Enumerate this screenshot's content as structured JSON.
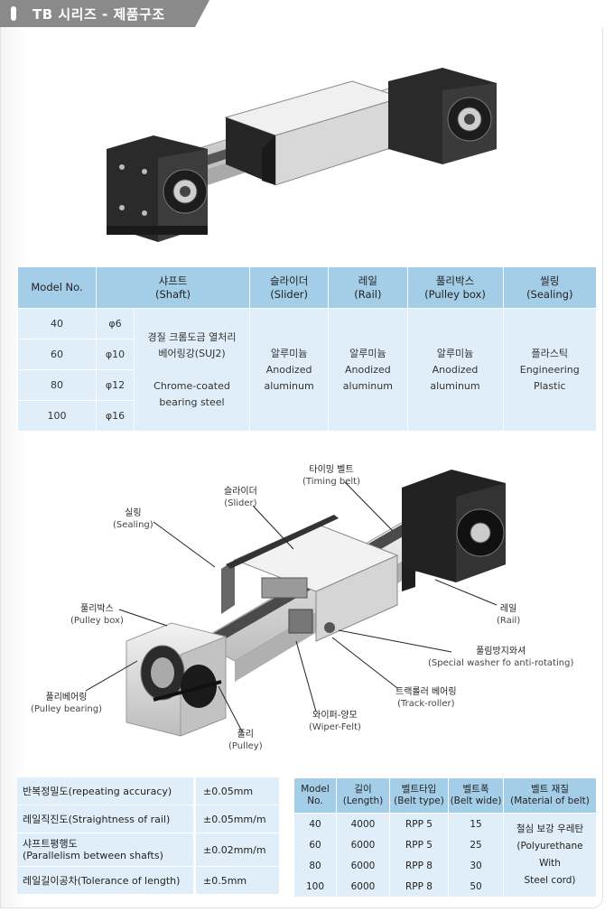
{
  "header": {
    "title": "TB 시리즈 - 제품구조"
  },
  "spec_table": {
    "headers": {
      "model": "Model No.",
      "shaft_ko": "샤프트",
      "shaft_en": "(Shaft)",
      "slider_ko": "슬라이더",
      "slider_en": "(Slider)",
      "rail_ko": "레일",
      "rail_en": "(Rail)",
      "pulley_ko": "풀리박스",
      "pulley_en": "(Pulley box)",
      "sealing_ko": "씰링",
      "sealing_en": "(Sealing)"
    },
    "rows": [
      {
        "model": "40",
        "shaft": "φ6"
      },
      {
        "model": "60",
        "shaft": "φ10"
      },
      {
        "model": "80",
        "shaft": "φ12"
      },
      {
        "model": "100",
        "shaft": "φ16"
      }
    ],
    "shaft_material": {
      "ko1": "경질 크롬도금 열처리",
      "ko2": "베어링강(SUJ2)",
      "en1": "Chrome-coated",
      "en2": "bearing steel"
    },
    "slider_material": {
      "ko": "알루미늄",
      "en1": "Anodized",
      "en2": "aluminum"
    },
    "rail_material": {
      "ko": "알루미늄",
      "en1": "Anodized",
      "en2": "aluminum"
    },
    "pulley_material": {
      "ko": "알루미늄",
      "en1": "Anodized",
      "en2": "aluminum"
    },
    "sealing_material": {
      "ko": "플라스틱",
      "en1": "Engineering",
      "en2": "Plastic"
    }
  },
  "diagram_labels": {
    "timing_belt": {
      "ko": "타이밍 벨트",
      "en": "(Timing belt)"
    },
    "slider": {
      "ko": "슬라이더",
      "en": "(Slider)"
    },
    "sealing": {
      "ko": "실링",
      "en": "(Sealing)"
    },
    "pulley_box": {
      "ko": "풀리박스",
      "en": "(Pulley box)"
    },
    "rail": {
      "ko": "레일",
      "en": "(Rail)"
    },
    "washer": {
      "ko": "풀림방지와셔",
      "en": "(Special washer fo anti-rotating)"
    },
    "pulley_bearing": {
      "ko": "풀리베어링",
      "en": "(Pulley bearing)"
    },
    "track_roller": {
      "ko": "트랙롤러 베어링",
      "en": "(Track-roller)"
    },
    "wiper": {
      "ko": "와이퍼-양모",
      "en": "(Wiper-Felt)"
    },
    "pulley": {
      "ko": "풀리",
      "en": "(Pulley)"
    }
  },
  "accuracy_table": [
    {
      "label": "반복정밀도(repeating accuracy)",
      "value": "±0.05mm"
    },
    {
      "label": "레일직진도(Straightness of rail)",
      "value": "±0.05mm/m"
    },
    {
      "label": "샤프트평행도",
      "label2": "(Parallelism between shafts)",
      "value": "±0.02mm/m"
    },
    {
      "label": "레일길이공차(Tolerance of length)",
      "value": "±0.5mm"
    }
  ],
  "belt_table": {
    "headers": {
      "model_1": "Model",
      "model_2": "No.",
      "length_1": "길이",
      "length_2": "(Length)",
      "type_1": "벨트타입",
      "type_2": "(Belt type)",
      "width_1": "벨트폭",
      "width_2": "(Belt wide)",
      "material_1": "벨트 재질",
      "material_2": "(Material of belt)"
    },
    "rows": [
      {
        "model": "40",
        "length": "4000",
        "type": "RPP 5",
        "width": "15"
      },
      {
        "model": "60",
        "length": "6000",
        "type": "RPP 5",
        "width": "25"
      },
      {
        "model": "80",
        "length": "6000",
        "type": "RPP 8",
        "width": "30"
      },
      {
        "model": "100",
        "length": "6000",
        "type": "RPP 8",
        "width": "50"
      }
    ],
    "material": {
      "ko": "철심 보강 우레탄",
      "en1": "(Polyurethane With",
      "en2": "Steel cord)"
    }
  }
}
